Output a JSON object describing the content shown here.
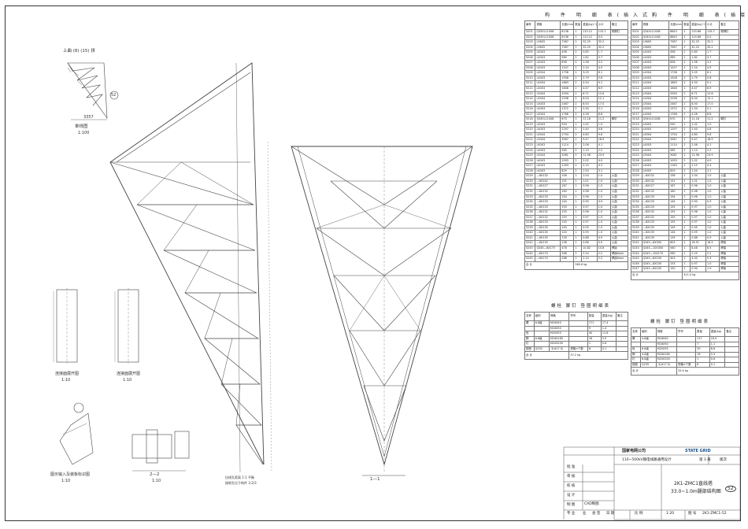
{
  "drawing": {
    "single_line_title": "单线图",
    "single_line_scale": "1:100",
    "single_line_dim": "3357",
    "upper_label": "上曲 (8) (15) 拼",
    "leg_label": "52",
    "section_2_2": "2—2",
    "section_1_1": "1—1",
    "detail1_title": "连接面展开图",
    "detail1_scale": "1:10",
    "detail2_title": "连接面展开图",
    "detail2_scale": "1:10",
    "detail3_title": "图示输入及装板标识图",
    "detail3_scale": "1:10",
    "section_scale": "1:10",
    "note_bottom": "拉线孔距离 1:1 平衡",
    "note_bottom2": "接地孔位于构件 3-2/3"
  },
  "table_left": {
    "title": "构 件 明 细 表(插入式)",
    "headers": [
      "编号",
      "规格",
      "长度(mm)",
      "数量",
      "重量(kg)一件",
      "小计",
      "备注"
    ],
    "rows": [
      [
        "5201",
        "Q345L110X8",
        "8138",
        "1",
        "110.12",
        "110.1",
        "带脚钉"
      ],
      [
        "5202",
        "Q345L110X8",
        "8138",
        "1",
        "110.12",
        "0.0",
        ""
      ],
      [
        "5203",
        "L56X5",
        "7587",
        "1",
        "32.25",
        "32.2",
        ""
      ],
      [
        "5204",
        "L56X5",
        "7587",
        "1",
        "32.25",
        "32.2",
        ""
      ],
      [
        "5205",
        "L40X3",
        "458",
        "2",
        "0.85",
        "1.7",
        ""
      ],
      [
        "5206",
        "L40X3",
        "989",
        "2",
        "1.82",
        "3.7",
        ""
      ],
      [
        "5207",
        "L40X3",
        "858",
        "2",
        "1.58",
        "3.2",
        ""
      ],
      [
        "5208",
        "L40X3",
        "1207",
        "2",
        "2.24",
        "4.5",
        ""
      ],
      [
        "5209",
        "L45X4",
        "1738",
        "2",
        "3.05",
        "6.1",
        ""
      ],
      [
        "5210",
        "L40X3",
        "1508",
        "2",
        "2.79",
        "5.6",
        ""
      ],
      [
        "5211",
        "L45X4",
        "1663",
        "2",
        "4.54",
        "9.1",
        ""
      ],
      [
        "5212",
        "L40X3",
        "1846",
        "2",
        "4.47",
        "8.9",
        ""
      ],
      [
        "5213",
        "L50X4",
        "2094",
        "2",
        "6.71",
        "12.6",
        ""
      ],
      [
        "5214",
        "L45X4",
        "2298",
        "2",
        "6.04",
        "12.1",
        ""
      ],
      [
        "5215",
        "L40X3",
        "2467",
        "2",
        "8.50",
        "17.0",
        ""
      ],
      [
        "5216",
        "L40X3",
        "1372",
        "2",
        "2.54",
        "5.1",
        ""
      ],
      [
        "5217",
        "L40X4",
        "1768",
        "2",
        "4.28",
        "8.6",
        ""
      ],
      [
        "5218",
        "Q345L110X8",
        "670",
        "1",
        "11.18",
        "11.2",
        "脚钉"
      ],
      [
        "5219",
        "L40X3",
        "550",
        "1",
        "1.02",
        "1.0",
        ""
      ],
      [
        "5220",
        "L40X3",
        "1297",
        "2",
        "2.40",
        "4.8",
        ""
      ],
      [
        "5221",
        "L45X4",
        "1754",
        "2",
        "4.80",
        "9.6",
        ""
      ],
      [
        "5222",
        "L50X4",
        "3587",
        "2",
        "9.47",
        "18.9",
        ""
      ],
      [
        "5223",
        "L40X3",
        "1114",
        "2",
        "2.06",
        "4.1",
        ""
      ],
      [
        "5224",
        "L40X3",
        "585",
        "2",
        "1.10",
        "2.2",
        ""
      ],
      [
        "5225",
        "L50X4",
        "3081",
        "2",
        "11.96",
        "23.9",
        ""
      ],
      [
        "5226",
        "L40X3",
        "1093",
        "2",
        "2.02",
        "4.0",
        ""
      ],
      [
        "5227",
        "L40X3",
        "1163",
        "2",
        "2.15",
        "4.3",
        ""
      ],
      [
        "5228",
        "L40X3",
        "829",
        "2",
        "1.54",
        "3.1",
        ""
      ],
      [
        "5229",
        "—6X132",
        "156",
        "1",
        "1.04",
        "1.0",
        "火曲"
      ],
      [
        "5230",
        "—6X142",
        "151",
        "1",
        "1.01",
        "1.0",
        "火曲"
      ],
      [
        "5231",
        "—6X127",
        "167",
        "1",
        "0.96",
        "1.0",
        "火曲"
      ],
      [
        "5232",
        "—6X132",
        "160",
        "1",
        "0.98",
        "1.0",
        "火曲"
      ],
      [
        "5233",
        "—6X133",
        "154",
        "1",
        "0.96",
        "1.0",
        "火曲"
      ],
      [
        "5234",
        "—6X133",
        "144",
        "1",
        "0.90",
        "0.9",
        "火曲"
      ],
      [
        "5235",
        "—6X133",
        "155",
        "1",
        "0.97",
        "1.0",
        "火曲"
      ],
      [
        "5236",
        "—6X132",
        "155",
        "1",
        "0.96",
        "1.0",
        "火曲"
      ],
      [
        "5237",
        "—6X132",
        "155",
        "1",
        "0.97",
        "1.0",
        "火曲"
      ],
      [
        "5238",
        "—6X133",
        "155",
        "1",
        "0.97",
        "1.0",
        "火曲"
      ],
      [
        "5239",
        "—6X135",
        "149",
        "1",
        "0.95",
        "1.0",
        "火曲"
      ],
      [
        "5240",
        "—6X135",
        "140",
        "1",
        "0.95",
        "1.0",
        "火曲"
      ],
      [
        "5241",
        "—6X135",
        "139",
        "1",
        "0.88",
        "0.9",
        "火曲"
      ],
      [
        "5242",
        "—6X135",
        "138",
        "1",
        "0.88",
        "0.9",
        "火曲"
      ],
      [
        "5243",
        "Q345—6X175",
        "478",
        "1",
        "10.82",
        "10.8",
        "焊接"
      ],
      [
        "5244",
        "—6X170",
        "288",
        "1",
        "2.24",
        "2.2",
        "焊接6mm"
      ],
      [
        "5245",
        "—6X170",
        "288",
        "1",
        "2.24",
        "2.2",
        "焊接6mm"
      ]
    ],
    "total_label": "合 计",
    "total_value": "380.6 kg"
  },
  "table_right": {
    "title": "构 件 明 细 表(插接式)",
    "headers": [
      "编号",
      "规格",
      "长度(mm)",
      "数量",
      "重量(kg)一件",
      "小计",
      "备注"
    ],
    "rows": [
      [
        "5201",
        "Q345L110X8",
        "8843",
        "1",
        "119.66",
        "119.7",
        "带脚钉"
      ],
      [
        "5202",
        "Q345L110X8",
        "8843",
        "1",
        "119.66",
        "0.0",
        ""
      ],
      [
        "5203",
        "L56X5",
        "7587",
        "1",
        "32.25",
        "32.2",
        ""
      ],
      [
        "5204",
        "L56X5",
        "7587",
        "1",
        "32.25",
        "32.2",
        ""
      ],
      [
        "5205",
        "L40X3",
        "458",
        "2",
        "0.85",
        "1.7",
        ""
      ],
      [
        "5206",
        "L40X3",
        "989",
        "2",
        "1.82",
        "3.7",
        ""
      ],
      [
        "5207",
        "L40X3",
        "858",
        "2",
        "1.58",
        "3.2",
        ""
      ],
      [
        "5208",
        "L40X3",
        "1207",
        "2",
        "2.24",
        "4.5",
        ""
      ],
      [
        "5209",
        "L45X4",
        "1738",
        "2",
        "3.05",
        "6.1",
        ""
      ],
      [
        "5210",
        "L40X3",
        "1508",
        "2",
        "2.79",
        "5.6",
        ""
      ],
      [
        "5211",
        "L45X4",
        "1663",
        "2",
        "4.54",
        "9.1",
        ""
      ],
      [
        "5212",
        "L40X3",
        "1846",
        "2",
        "4.47",
        "8.9",
        ""
      ],
      [
        "5213",
        "L50X4",
        "2094",
        "2",
        "6.71",
        "12.6",
        ""
      ],
      [
        "5214",
        "L45X4",
        "2298",
        "2",
        "6.04",
        "12.1",
        ""
      ],
      [
        "5215",
        "L50X4",
        "2467",
        "2",
        "8.50",
        "17.0",
        ""
      ],
      [
        "5216",
        "L40X3",
        "1372",
        "2",
        "2.54",
        "5.1",
        ""
      ],
      [
        "5217",
        "L40X4",
        "1768",
        "2",
        "4.28",
        "8.6",
        ""
      ],
      [
        "5218",
        "Q345L110X8",
        "670",
        "1",
        "11.18",
        "11.2",
        "脚钉"
      ],
      [
        "5219",
        "L40X3",
        "550",
        "1",
        "1.02",
        "1.0",
        ""
      ],
      [
        "5220",
        "L40X3",
        "1297",
        "2",
        "2.40",
        "4.8",
        ""
      ],
      [
        "5221",
        "L45X4",
        "1754",
        "2",
        "4.80",
        "9.6",
        ""
      ],
      [
        "5222",
        "L50X4",
        "3587",
        "2",
        "9.47",
        "18.9",
        ""
      ],
      [
        "5223",
        "L40X3",
        "1114",
        "2",
        "2.06",
        "4.1",
        ""
      ],
      [
        "5224",
        "L40X3",
        "585",
        "2",
        "1.10",
        "2.2",
        ""
      ],
      [
        "5225",
        "L50X4",
        "3081",
        "2",
        "11.96",
        "23.9",
        ""
      ],
      [
        "5226",
        "L40X3",
        "1093",
        "2",
        "2.02",
        "4.0",
        ""
      ],
      [
        "5227",
        "L40X3",
        "1163",
        "2",
        "2.15",
        "4.3",
        ""
      ],
      [
        "5228",
        "L40X3",
        "829",
        "2",
        "1.54",
        "3.1",
        ""
      ],
      [
        "5229",
        "—6X132",
        "156",
        "1",
        "1.04",
        "1.0",
        "火曲"
      ],
      [
        "5230",
        "—6X132",
        "151",
        "1",
        "1.01",
        "1.0",
        "火曲"
      ],
      [
        "5231",
        "—6X127",
        "167",
        "1",
        "0.96",
        "1.0",
        "火曲"
      ],
      [
        "5232",
        "—6X132",
        "160",
        "1",
        "0.98",
        "1.0",
        "火曲"
      ],
      [
        "5233",
        "—6X133",
        "154",
        "1",
        "0.96",
        "1.0",
        "火曲"
      ],
      [
        "5234",
        "—6X133",
        "144",
        "1",
        "0.90",
        "0.9",
        "火曲"
      ],
      [
        "5235",
        "—6X133",
        "155",
        "1",
        "0.97",
        "1.0",
        "火曲"
      ],
      [
        "5236",
        "—6X132",
        "155",
        "1",
        "0.96",
        "1.0",
        "火曲"
      ],
      [
        "5237",
        "—6X132",
        "155",
        "1",
        "0.97",
        "1.0",
        "火曲"
      ],
      [
        "5238",
        "—6X133",
        "155",
        "1",
        "0.97",
        "1.0",
        "火曲"
      ],
      [
        "5239",
        "—6X135",
        "149",
        "1",
        "0.95",
        "1.0",
        "火曲"
      ],
      [
        "5240",
        "—6X135",
        "144",
        "1",
        "0.95",
        "1.0",
        "火曲"
      ],
      [
        "5241",
        "—6X135",
        "139",
        "1",
        "0.88",
        "0.9",
        "火曲"
      ],
      [
        "5242",
        "Q345—8X300",
        "603",
        "1",
        "16.51",
        "16.5",
        "焊接"
      ],
      [
        "5243",
        "Q345—10X300",
        "560",
        "1",
        "8.48",
        "8.5",
        "焊接"
      ],
      [
        "5244",
        "Q345—10X170",
        "560",
        "1",
        "2.25",
        "2.2",
        "焊接"
      ],
      [
        "5245",
        "Q345—8X100",
        "303",
        "1",
        "4.00",
        "5.3",
        "焊接"
      ],
      [
        "5246",
        "Q345—8X100",
        "153",
        "1",
        "0.97",
        "1.0",
        "焊接"
      ],
      [
        "5247",
        "Q345—8X100",
        "150",
        "2",
        "0.94",
        "1.9",
        "焊接"
      ]
    ],
    "total_label": "合 计",
    "total_value": "421.0 kg"
  },
  "bolt_left": {
    "title": "螺栓 脚钉 垫圈明细表",
    "headers": [
      "名称",
      "级别",
      "规格",
      "符号",
      "数量",
      "重量(kg)",
      "备注"
    ],
    "rows": [
      [
        "螺",
        "6.8级",
        "M16X40",
        "",
        "171",
        "17.4",
        ""
      ],
      [
        "",
        "",
        "M16X50",
        "",
        "9",
        "1.4",
        ""
      ],
      [
        "栓",
        "",
        "M20X55",
        "",
        "40",
        "11.8",
        ""
      ],
      [
        "脚",
        "6.8级",
        "M16X180",
        "",
        "18",
        "5.9",
        ""
      ],
      [
        "钉",
        "",
        "M20X200",
        "",
        "1",
        "0.6",
        ""
      ],
      [
        "垫圈",
        "Q235",
        "-3(#17.5)",
        "规格×个数",
        "8",
        "0.1",
        ""
      ]
    ],
    "total_label": "合 计",
    "total_value": "37.2 kg"
  },
  "bolt_right": {
    "title": "螺栓 脚钉 垫圈明细表",
    "headers": [
      "名称",
      "级别",
      "规格",
      "符号",
      "数量",
      "重量(kg)",
      "备注"
    ],
    "rows": [
      [
        "螺",
        "4.8级",
        "M16X40",
        "",
        "117",
        "16.9",
        ""
      ],
      [
        "",
        "",
        "M16X50",
        "",
        "7",
        "1.1",
        ""
      ],
      [
        "栓",
        "6.8级",
        "M20X55",
        "",
        "30",
        "8.8",
        ""
      ],
      [
        "脚",
        "4.8级",
        "M16X180",
        "",
        "16",
        "5.3",
        ""
      ],
      [
        "钉",
        "6.8级",
        "M20X200",
        "",
        "1",
        "0.6",
        ""
      ],
      [
        "垫圈",
        "Q235",
        "-3(#17.5)",
        "规格×个数",
        "8",
        "0.1",
        ""
      ]
    ],
    "total_label": "合 计",
    "total_value": "33.4 kg"
  },
  "title_block": {
    "company": "国家电网公司",
    "brand": "STATE GRID",
    "project": "110~500kV输电线路通用设计",
    "sheet_label": "第 3 册",
    "rev": "版次",
    "drawing_name_1": "2K1-ZMC1直线塔",
    "drawing_name_2": "33.0~1.0m腿部结构图",
    "sheet_no": "52",
    "row_labels": [
      "批 准",
      "审 核",
      "校 核",
      "设 计",
      "制 图"
    ],
    "cad_label": "CAD制图",
    "scale_label": "比 例",
    "scale_value": "1:20",
    "drawing_no_label": "图 号",
    "drawing_no": "2K1-ZMC1-52",
    "bottom_cells": [
      "专 业",
      "业",
      "会 签",
      "日 期"
    ]
  }
}
